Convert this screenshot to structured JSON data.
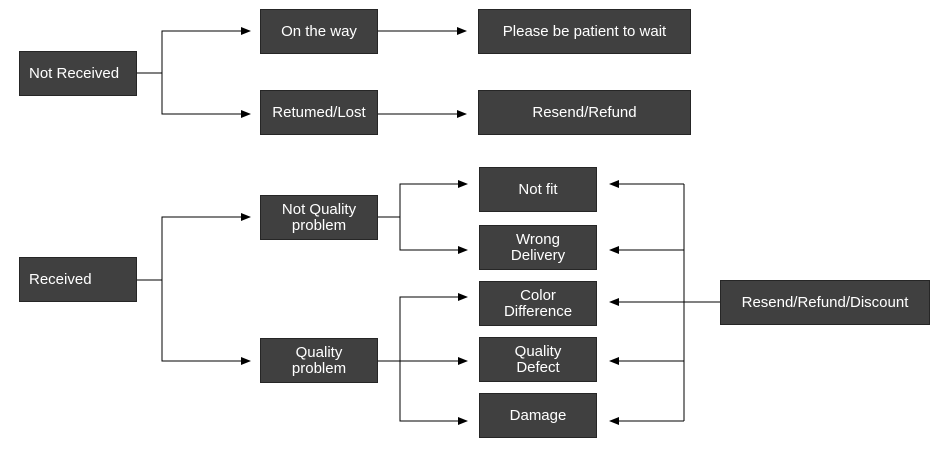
{
  "nodes": {
    "not_received": "Not Received",
    "on_the_way": "On the way",
    "please_wait": "Please be patient to wait",
    "returned_lost": "Retumed/Lost",
    "resend_refund": "Resend/Refund",
    "received": "Received",
    "not_quality_problem": "Not Quality\nproblem",
    "quality_problem": "Quality\nproblem",
    "not_fit": "Not fit",
    "wrong_delivery": "Wrong\nDelivery",
    "color_difference": "Color\nDifference",
    "quality_defect": "Quality\nDefect",
    "damage": "Damage",
    "resend_refund_discount": "Resend/Refund/Discount"
  },
  "colors": {
    "box_fill": "#404040",
    "box_border": "#262626",
    "box_text": "#ffffff",
    "connector": "#000000"
  }
}
